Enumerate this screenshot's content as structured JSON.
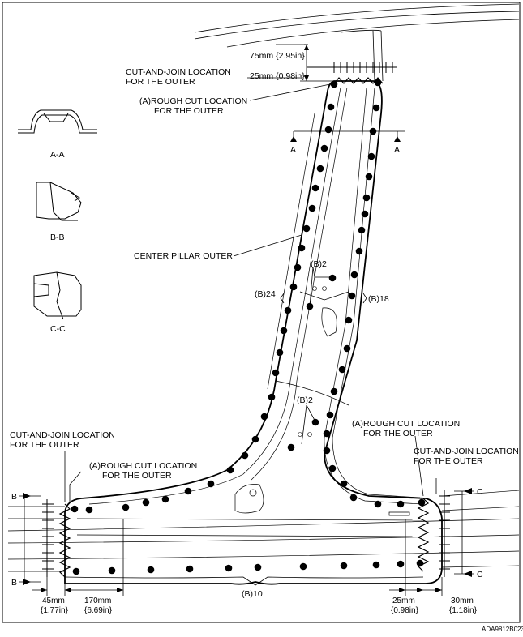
{
  "diagram": {
    "labels": {
      "cut_join_top_1": "CUT-AND-JOIN LOCATION",
      "cut_join_top_2": "FOR THE OUTER",
      "rough_top_1": "(A)ROUGH CUT LOCATION",
      "rough_top_2": "FOR THE OUTER",
      "dim_75": "75mm {2.95in}",
      "dim_25_top": "25mm {0.98in}",
      "section_a_left": "A",
      "section_a_right": "A",
      "center_pillar": "CENTER PILLAR OUTER",
      "b2_upper": "(B)2",
      "b2_lower": "(B)2",
      "b24": "(B)24",
      "b18": "(B)18",
      "b10": "(B)10",
      "section_aa": "A-A",
      "section_bb": "B-B",
      "section_cc": "C-C",
      "cut_join_left_1": "CUT-AND-JOIN LOCATION",
      "cut_join_left_2": "FOR THE OUTER",
      "rough_left_1": "(A)ROUGH CUT LOCATION",
      "rough_left_2": "FOR THE OUTER",
      "rough_right_1": "(A)ROUGH CUT LOCATION",
      "rough_right_2": "FOR THE OUTER",
      "cut_join_right_1": "CUT-AND-JOIN LOCATION",
      "cut_join_right_2": "FOR THE OUTER",
      "b_top": "B",
      "b_bottom": "B",
      "c_top": "C",
      "c_bottom": "C",
      "dim_45_1": "45mm",
      "dim_45_2": "{1.77in}",
      "dim_170_1": "170mm",
      "dim_170_2": "{6.69in}",
      "dim_25_bot_1": "25mm",
      "dim_25_bot_2": "{0.98in}",
      "dim_30_1": "30mm",
      "dim_30_2": "{1.18in}",
      "figure_code": "ADA9812B023"
    }
  }
}
